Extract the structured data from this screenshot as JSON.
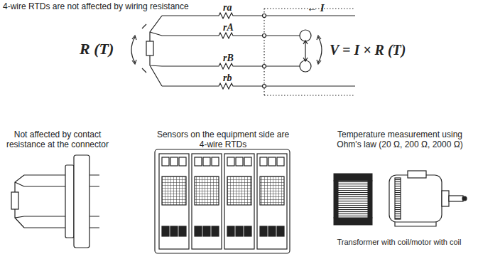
{
  "diagram": {
    "title": "4-wire RTDs are not affected by wiring resistance",
    "labels": [
      "R (T)",
      "ra",
      "rA",
      "rB",
      "rb",
      "← I",
      "V = I × R (T)",
      "Not affected by contact resistance at the connector",
      "Sensors on the equipment side are 4-wire RTDs",
      "Temperature measurement using Ohm's law (20 Ω, 200 Ω, 2000 Ω)",
      "Transformer with coil/motor with coil"
    ]
  }
}
